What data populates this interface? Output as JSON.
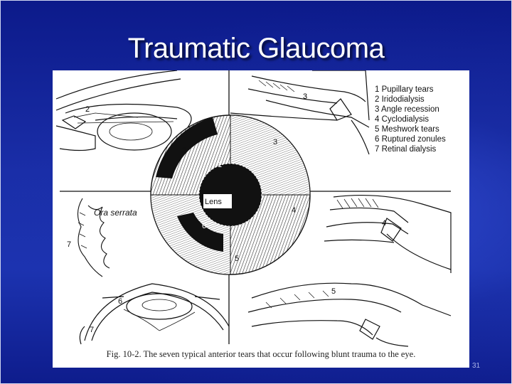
{
  "slide": {
    "title": "Traumatic Glaucoma",
    "slide_number": "31"
  },
  "figure": {
    "legend": [
      "1 Pupillary tears",
      "2 Iridodialysis",
      "3 Angle recession",
      "4 Cyclodialysis",
      "5 Meshwork tears",
      "6 Ruptured zonules",
      "7 Retinal dialysis"
    ],
    "labels": {
      "lens": "Lens",
      "ora_serrata": "Ora serrata",
      "n1": "1",
      "n2": "2",
      "n3": "3",
      "n4": "4",
      "n5": "5",
      "n6": "6",
      "n7": "7"
    },
    "caption": "Fig. 10-2. The seven typical anterior tears that occur following blunt trauma to the eye."
  }
}
